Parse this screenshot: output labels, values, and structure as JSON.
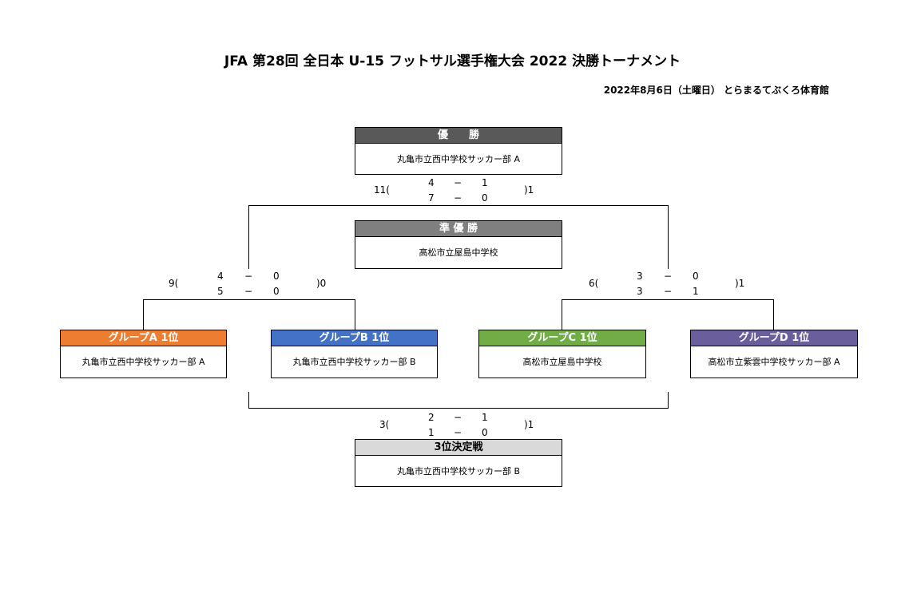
{
  "header": {
    "title": "JFA 第28回 全日本 U-15 フットサル選手権大会 2022 決勝トーナメント",
    "date_venue": "2022年8月6日（土曜日） とらまるてぶくろ体育館"
  },
  "final": {
    "winner_label": "優　　勝",
    "winner_team": "丸亀市立西中学校サッカー部 A",
    "runnerup_label": "準 優 勝",
    "runnerup_team": "高松市立屋島中学校",
    "score": {
      "left_total": "11(",
      "h1_left": "4",
      "h1_dash": "−",
      "h1_right": "1",
      "h2_left": "7",
      "h2_dash": "−",
      "h2_right": "0",
      "right_total": ")1"
    }
  },
  "semi_left": {
    "score": {
      "left_total": "9(",
      "h1_left": "4",
      "h1_dash": "−",
      "h1_right": "0",
      "h2_left": "5",
      "h2_dash": "−",
      "h2_right": "0",
      "right_total": ")0"
    }
  },
  "semi_right": {
    "score": {
      "left_total": "6(",
      "h1_left": "3",
      "h1_dash": "−",
      "h1_right": "0",
      "h2_left": "3",
      "h2_dash": "−",
      "h2_right": "1",
      "right_total": ")1"
    }
  },
  "groups": [
    {
      "label": "グループA 1位",
      "team": "丸亀市立西中学校サッカー部 A",
      "color": "#ed7d31"
    },
    {
      "label": "グループB 1位",
      "team": "丸亀市立西中学校サッカー部 B",
      "color": "#4472c4"
    },
    {
      "label": "グループC 1位",
      "team": "高松市立屋島中学校",
      "color": "#70ad47"
    },
    {
      "label": "グループD 1位",
      "team": "高松市立紫雲中学校サッカー部 A",
      "color": "#6a5f9c"
    }
  ],
  "third_place": {
    "label": "3位決定戦",
    "team": "丸亀市立西中学校サッカー部 B",
    "score": {
      "left_total": "3(",
      "h1_left": "2",
      "h1_dash": "−",
      "h1_right": "1",
      "h2_left": "1",
      "h2_dash": "−",
      "h2_right": "0",
      "right_total": ")1"
    }
  },
  "colors": {
    "winner_head": "#595959",
    "runnerup_head": "#7f7f7f",
    "third_head": "#d9d9d9"
  }
}
